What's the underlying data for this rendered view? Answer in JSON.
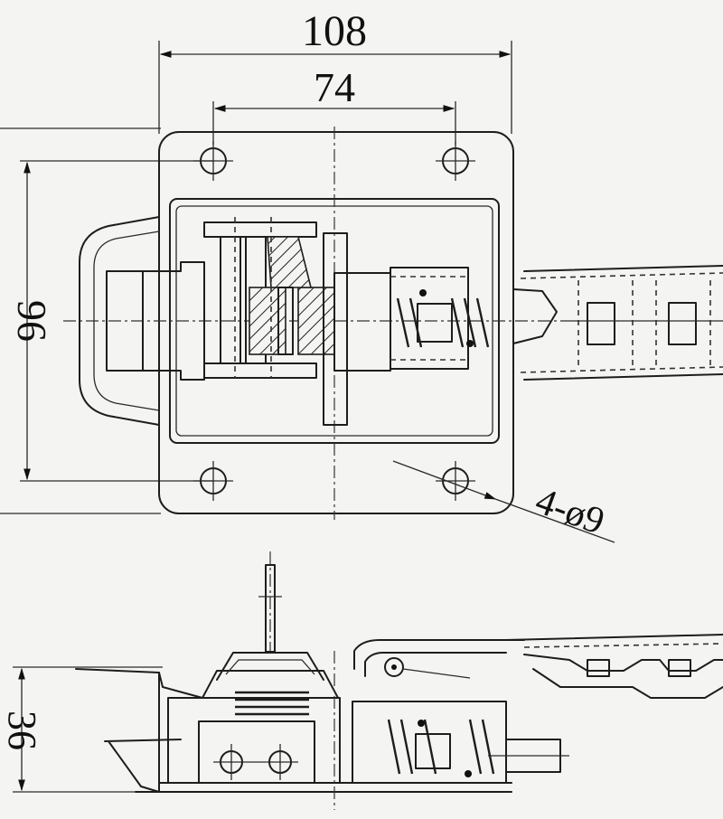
{
  "dimensions": {
    "overall_width": "108",
    "hole_spacing": "74",
    "height_top_view": "96",
    "height_side_view": "36",
    "holes_callout": "4-ø9"
  }
}
